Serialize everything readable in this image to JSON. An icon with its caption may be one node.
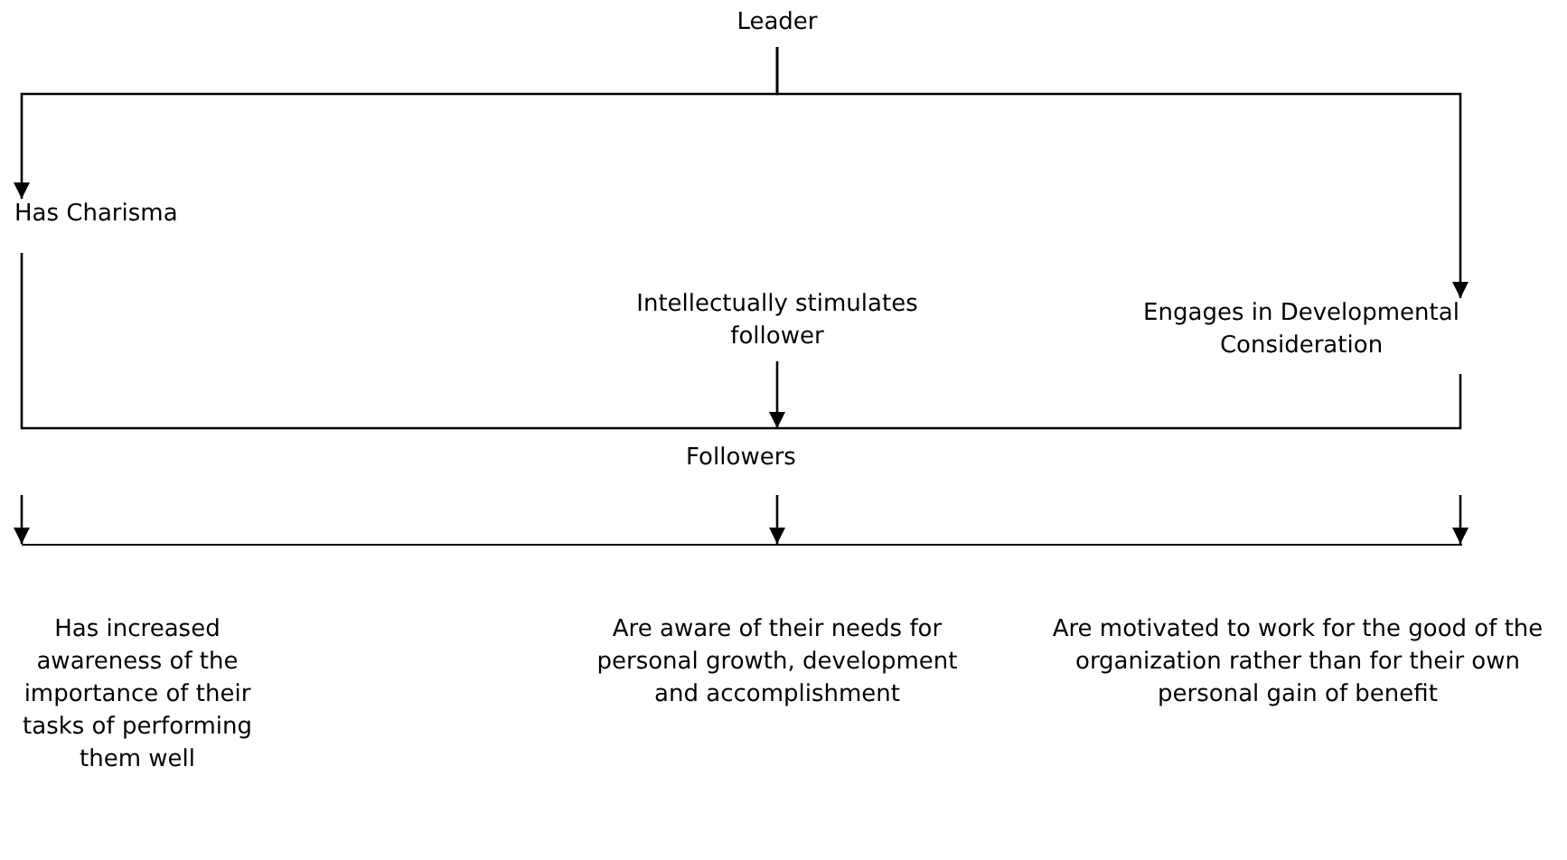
{
  "diagram": {
    "nodes": [
      {
        "text": [
          "Leader"
        ]
      },
      {
        "text": [
          "Has Charisma"
        ]
      },
      {
        "text": [
          "Intellectually stimulates follower"
        ]
      },
      {
        "text": [
          "Engages in Developmental Consideration"
        ]
      },
      {
        "text": [
          "Followers"
        ]
      },
      {
        "text": [],
        "shape": "bar"
      },
      {
        "text": [
          "Has increased awareness of the importance of their tasks of performing them well"
        ]
      },
      {
        "text": [
          "Are aware of their needs for personal growth, development and accomplishment"
        ]
      },
      {
        "text": [
          "Are motivated to work for the good of the organization rather than for their own personal gain of benefit"
        ]
      }
    ],
    "edges": [
      {
        "from": 0,
        "to": 1,
        "arrow": "to"
      },
      {
        "from": 0,
        "to": 3,
        "arrow": "to"
      },
      {
        "from": 1,
        "to": 4,
        "arrow": "none"
      },
      {
        "from": 2,
        "to": 4,
        "arrow": "to"
      },
      {
        "from": 3,
        "to": 4,
        "arrow": "none"
      },
      {
        "from": null,
        "to": 5,
        "arrow": "to"
      },
      {
        "from": 4,
        "to": 5,
        "arrow": "to"
      },
      {
        "from": null,
        "to": 5,
        "arrow": "to"
      }
    ]
  }
}
